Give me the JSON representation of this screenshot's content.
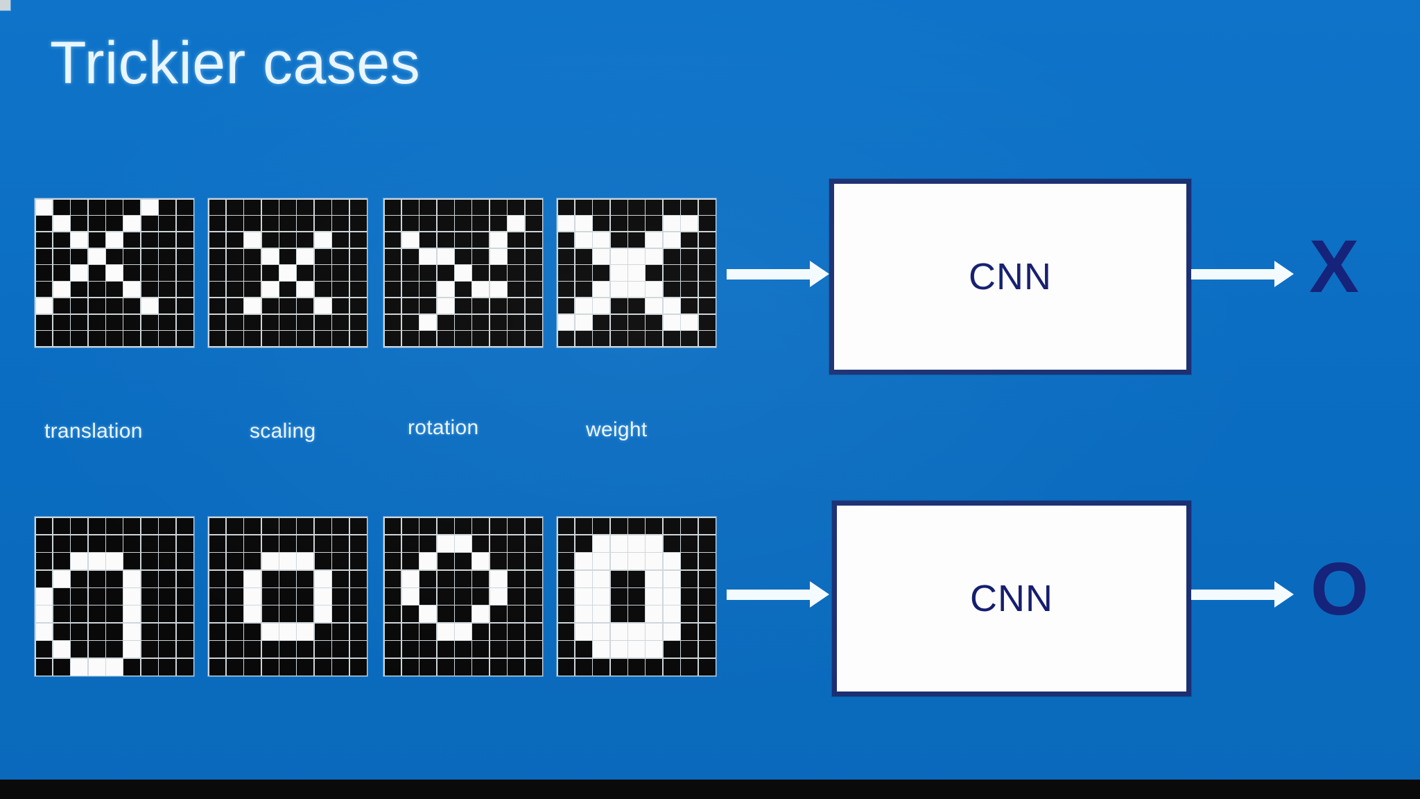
{
  "slide": {
    "title": "Trickier cases",
    "background_color": "#0d6fc4",
    "title_color": "#e9f6ff",
    "accent_navy": "#16237a"
  },
  "rows": [
    {
      "id": "x-row",
      "cnn_label": "CNN",
      "output_label": "X",
      "grids": [
        {
          "label": "translation",
          "name": "x-translation-grid"
        },
        {
          "label": "scaling",
          "name": "x-scaling-grid"
        },
        {
          "label": "rotation",
          "name": "x-rotation-grid"
        },
        {
          "label": "weight",
          "name": "x-weight-grid"
        }
      ]
    },
    {
      "id": "o-row",
      "cnn_label": "CNN",
      "output_label": "O",
      "grids": [
        {
          "label": "",
          "name": "o-translation-grid"
        },
        {
          "label": "",
          "name": "o-scaling-grid"
        },
        {
          "label": "",
          "name": "o-rotation-grid"
        },
        {
          "label": "",
          "name": "o-weight-grid"
        }
      ]
    }
  ],
  "labels": {
    "translation": "translation",
    "scaling": "scaling",
    "rotation": "rotation",
    "weight": "weight"
  },
  "grid_patterns": {
    "size": 9,
    "x_translation": [
      [
        1,
        0,
        0,
        0,
        0,
        0,
        1,
        0,
        0
      ],
      [
        0,
        1,
        0,
        0,
        0,
        1,
        0,
        0,
        0
      ],
      [
        0,
        0,
        1,
        0,
        1,
        0,
        0,
        0,
        0
      ],
      [
        0,
        0,
        0,
        1,
        0,
        0,
        0,
        0,
        0
      ],
      [
        0,
        0,
        1,
        0,
        1,
        0,
        0,
        0,
        0
      ],
      [
        0,
        1,
        0,
        0,
        0,
        1,
        0,
        0,
        0
      ],
      [
        1,
        0,
        0,
        0,
        0,
        0,
        1,
        0,
        0
      ],
      [
        0,
        0,
        0,
        0,
        0,
        0,
        0,
        0,
        0
      ],
      [
        0,
        0,
        0,
        0,
        0,
        0,
        0,
        0,
        0
      ]
    ],
    "x_scaling": [
      [
        0,
        0,
        0,
        0,
        0,
        0,
        0,
        0,
        0
      ],
      [
        0,
        0,
        0,
        0,
        0,
        0,
        0,
        0,
        0
      ],
      [
        0,
        0,
        1,
        0,
        0,
        0,
        1,
        0,
        0
      ],
      [
        0,
        0,
        0,
        1,
        0,
        1,
        0,
        0,
        0
      ],
      [
        0,
        0,
        0,
        0,
        1,
        0,
        0,
        0,
        0
      ],
      [
        0,
        0,
        0,
        1,
        0,
        1,
        0,
        0,
        0
      ],
      [
        0,
        0,
        1,
        0,
        0,
        0,
        1,
        0,
        0
      ],
      [
        0,
        0,
        0,
        0,
        0,
        0,
        0,
        0,
        0
      ],
      [
        0,
        0,
        0,
        0,
        0,
        0,
        0,
        0,
        0
      ]
    ],
    "x_rotation": [
      [
        0,
        0,
        0,
        0,
        0,
        0,
        0,
        0,
        0
      ],
      [
        0,
        0,
        0,
        0,
        0,
        0,
        0,
        1,
        0
      ],
      [
        0,
        1,
        0,
        0,
        0,
        0,
        1,
        0,
        0
      ],
      [
        0,
        0,
        1,
        1,
        0,
        0,
        1,
        0,
        0
      ],
      [
        0,
        0,
        0,
        0,
        1,
        0,
        0,
        0,
        0
      ],
      [
        0,
        0,
        0,
        1,
        0,
        1,
        1,
        0,
        0
      ],
      [
        0,
        0,
        0,
        1,
        0,
        0,
        0,
        0,
        0
      ],
      [
        0,
        0,
        1,
        0,
        0,
        0,
        0,
        0,
        0
      ],
      [
        0,
        0,
        0,
        0,
        0,
        0,
        0,
        0,
        0
      ]
    ],
    "x_weight": [
      [
        0,
        0,
        0,
        0,
        0,
        0,
        0,
        0,
        0
      ],
      [
        1,
        1,
        0,
        0,
        0,
        0,
        1,
        1,
        0
      ],
      [
        0,
        1,
        1,
        0,
        0,
        1,
        1,
        0,
        0
      ],
      [
        0,
        0,
        1,
        1,
        1,
        1,
        0,
        0,
        0
      ],
      [
        0,
        0,
        0,
        1,
        1,
        0,
        0,
        0,
        0
      ],
      [
        0,
        0,
        1,
        1,
        1,
        1,
        0,
        0,
        0
      ],
      [
        0,
        1,
        1,
        0,
        0,
        1,
        1,
        0,
        0
      ],
      [
        1,
        1,
        0,
        0,
        0,
        0,
        1,
        1,
        0
      ],
      [
        0,
        0,
        0,
        0,
        0,
        0,
        0,
        0,
        0
      ]
    ],
    "o_translation": [
      [
        0,
        0,
        0,
        0,
        0,
        0,
        0,
        0,
        0
      ],
      [
        0,
        0,
        0,
        0,
        0,
        0,
        0,
        0,
        0
      ],
      [
        0,
        0,
        1,
        1,
        1,
        0,
        0,
        0,
        0
      ],
      [
        0,
        1,
        0,
        0,
        0,
        1,
        0,
        0,
        0
      ],
      [
        1,
        0,
        0,
        0,
        0,
        1,
        0,
        0,
        0
      ],
      [
        1,
        0,
        0,
        0,
        0,
        1,
        0,
        0,
        0
      ],
      [
        1,
        0,
        0,
        0,
        0,
        1,
        0,
        0,
        0
      ],
      [
        0,
        1,
        0,
        0,
        0,
        1,
        0,
        0,
        0
      ],
      [
        0,
        0,
        1,
        1,
        1,
        0,
        0,
        0,
        0
      ]
    ],
    "o_scaling": [
      [
        0,
        0,
        0,
        0,
        0,
        0,
        0,
        0,
        0
      ],
      [
        0,
        0,
        0,
        0,
        0,
        0,
        0,
        0,
        0
      ],
      [
        0,
        0,
        0,
        1,
        1,
        1,
        0,
        0,
        0
      ],
      [
        0,
        0,
        1,
        0,
        0,
        0,
        1,
        0,
        0
      ],
      [
        0,
        0,
        1,
        0,
        0,
        0,
        1,
        0,
        0
      ],
      [
        0,
        0,
        1,
        0,
        0,
        0,
        1,
        0,
        0
      ],
      [
        0,
        0,
        0,
        1,
        1,
        1,
        0,
        0,
        0
      ],
      [
        0,
        0,
        0,
        0,
        0,
        0,
        0,
        0,
        0
      ],
      [
        0,
        0,
        0,
        0,
        0,
        0,
        0,
        0,
        0
      ]
    ],
    "o_rotation": [
      [
        0,
        0,
        0,
        0,
        0,
        0,
        0,
        0,
        0
      ],
      [
        0,
        0,
        0,
        1,
        1,
        0,
        0,
        0,
        0
      ],
      [
        0,
        0,
        1,
        0,
        0,
        1,
        0,
        0,
        0
      ],
      [
        0,
        1,
        0,
        0,
        0,
        0,
        1,
        0,
        0
      ],
      [
        0,
        1,
        0,
        0,
        0,
        0,
        1,
        0,
        0
      ],
      [
        0,
        0,
        1,
        0,
        0,
        1,
        0,
        0,
        0
      ],
      [
        0,
        0,
        0,
        1,
        1,
        0,
        0,
        0,
        0
      ],
      [
        0,
        0,
        0,
        0,
        0,
        0,
        0,
        0,
        0
      ],
      [
        0,
        0,
        0,
        0,
        0,
        0,
        0,
        0,
        0
      ]
    ],
    "o_weight": [
      [
        0,
        0,
        0,
        0,
        0,
        0,
        0,
        0,
        0
      ],
      [
        0,
        0,
        1,
        1,
        1,
        1,
        0,
        0,
        0
      ],
      [
        0,
        1,
        1,
        1,
        1,
        1,
        1,
        0,
        0
      ],
      [
        0,
        1,
        1,
        0,
        0,
        1,
        1,
        0,
        0
      ],
      [
        0,
        1,
        1,
        0,
        0,
        1,
        1,
        0,
        0
      ],
      [
        0,
        1,
        1,
        0,
        0,
        1,
        1,
        0,
        0
      ],
      [
        0,
        1,
        1,
        1,
        1,
        1,
        1,
        0,
        0
      ],
      [
        0,
        0,
        1,
        1,
        1,
        1,
        0,
        0,
        0
      ],
      [
        0,
        0,
        0,
        0,
        0,
        0,
        0,
        0,
        0
      ]
    ]
  }
}
